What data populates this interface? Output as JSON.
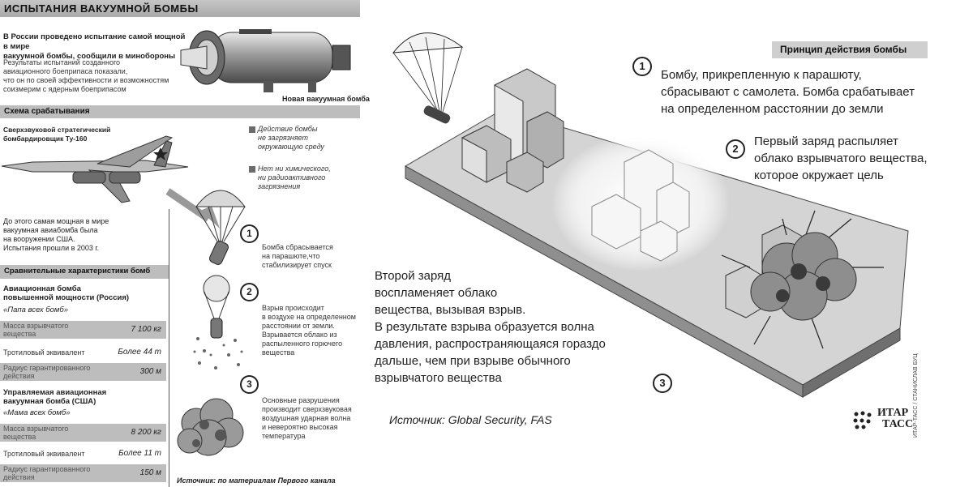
{
  "title": "ИСПЫТАНИЯ ВАКУУМНОЙ БОМБЫ",
  "intro": {
    "lead_line1": "В России проведено испытание самой мощной в мире",
    "lead_line2": "вакуумной бомбы, сообщили в минобороны",
    "body_line1": "Результаты испытаний созданного",
    "body_line2": "авиационного боеприпаса показали,",
    "body_line3": "что он по своей эффективности и возможностям",
    "body_line4": "соизмерим с ядерным боеприпасом",
    "bomb_caption": "Новая вакуумная бомба"
  },
  "scheme": {
    "header": "Схема срабатывания",
    "bomber_line1": "Сверхзвуковой стратегический",
    "bomber_line2": "бомбардировщик Ту-160",
    "note1_line1": "Действие бомбы",
    "note1_line2": "не загрязняет",
    "note1_line3": "окружающую среду",
    "note2_line1": "Нет ни химического,",
    "note2_line2": "ни радиоактивного",
    "note2_line3": "загрязнения",
    "steps": [
      {
        "num": "1",
        "line1": "Бомба сбрасывается",
        "line2": "на парашюте,что",
        "line3": "стабилизирует спуск",
        "line4": "",
        "line5": ""
      },
      {
        "num": "2",
        "line1": "Взрыв происходит",
        "line2": "в воздухе на определенном",
        "line3": "расстоянии от земли.",
        "line4": "Взрывается облако из",
        "line5": "распыленного горючего",
        "line6": "вещества"
      },
      {
        "num": "3",
        "line1": "Основные разрушения",
        "line2": "производит сверхзвуковая",
        "line3": "воздушная ударная волна",
        "line4": "и невероятно высокая",
        "line5": "температура"
      }
    ],
    "source": "Источник: по материалам Первого канала"
  },
  "previous": {
    "line1": "До этого самая мощная в мире",
    "line2": "вакуумная авиабомба была",
    "line3": "на вооружении США.",
    "line4": "Испытания прошли в 2003 г."
  },
  "comparison": {
    "header": "Сравнительные характеристики бомб",
    "russia": {
      "name_line1": "Авиационная бомба",
      "name_line2": "повышенной мощности (Россия)",
      "nickname": "«Папа всех бомб»",
      "rows": [
        {
          "label_line1": "Масса взрывчатого",
          "label_line2": "вещества",
          "value": "7 100 кг"
        },
        {
          "label_line1": "Тротиловый эквивалент",
          "label_line2": "",
          "value": "Более 44 т"
        },
        {
          "label_line1": "Радиус гарантированного",
          "label_line2": "действия",
          "value": "300 м"
        }
      ]
    },
    "usa": {
      "name_line1": "Управляемая авиационная",
      "name_line2": "вакуумная бомба (США)",
      "nickname": "«Мама всех бомб»",
      "rows": [
        {
          "label_line1": "Масса взрывчатого",
          "label_line2": "вещества",
          "value": "8 200 кг"
        },
        {
          "label_line1": "Тротиловый эквивалент",
          "label_line2": "",
          "value": "Более 11 т"
        },
        {
          "label_line1": "Радиус гарантированного",
          "label_line2": "действия",
          "value": "150 м"
        }
      ]
    }
  },
  "principle": {
    "header": "Принцип действия бомбы",
    "step1": {
      "num": "1",
      "line1": "Бомбу, прикрепленную к парашюту,",
      "line2": "сбрасывают с самолета. Бомба срабатывает",
      "line3": "на определенном расстоянии до земли"
    },
    "step2": {
      "num": "2",
      "line1": "Первый заряд распыляет",
      "line2": "облако взрывчатого вещества,",
      "line3": "которое окружает цель"
    },
    "step3": {
      "num": "3",
      "line1": "Второй заряд",
      "line2": "воспламеняет облако",
      "line3": "вещества, вызывая взрыв.",
      "line4": "В результате взрыва образуется волна",
      "line5": "давления, распространяющаяся гораздо",
      "line6": "дальше, чем при взрыве обычного",
      "line7": "взрывчатого вещества"
    },
    "source": "Источник: Global Security, FAS"
  },
  "logo": {
    "line1": "ИТАР",
    "line2": "ТАСС"
  },
  "credit": "ИТАР-ТАСС / СТАНИСЛАВ БУЦ"
}
